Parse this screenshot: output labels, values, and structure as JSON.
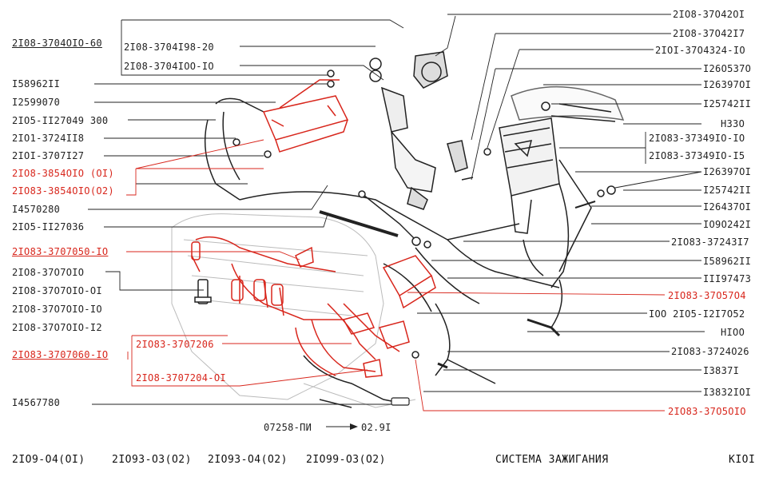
{
  "colors": {
    "ink": "#222222",
    "highlight": "#d8261c"
  },
  "labels_left": {
    "l1": "2I08-3704OIO-60",
    "l2": "2I08-3704I98-20",
    "l3": "2I08-3704IOO-IO",
    "l4": "I58962II",
    "l5": "I2599070",
    "l6": "2IO5-II27049 300",
    "l7": "2IO1-3724II8",
    "l8": "2IOI-3707I27",
    "l9": "2IO8-3854OIO (OI)",
    "l10": "2IO83-3854OIO(O2)",
    "l11": "I4570280",
    "l12": "2IO5-II27036",
    "l13": "2IO83-3707050-IO",
    "l14": "2IO8-37O7OIO",
    "l15": "2IO8-37O7OIO-OI",
    "l16": "2IO8-37O7OIO-IO",
    "l17": "2IO8-37O7OIO-I2",
    "l18": "2IO83-3707060-IO",
    "l19": "2IO83-3707206",
    "l20": "2IO8-3707204-OI",
    "l21": "I4567780"
  },
  "labels_right": {
    "r1": "2IO8-37O42OI",
    "r2": "2IO8-37O42I7",
    "r3": "2IOI-37O4324-IO",
    "r4": "I26O537O",
    "r5": "I26397OI",
    "r6": "I25742II",
    "r7": "H33O",
    "r8": "2IO83-37349IO-IO",
    "r9": "2IO83-37349IO-I5",
    "r10": "I26397OI",
    "r11": "I25742II",
    "r12": "I26437OI",
    "r13": "IO9O242I",
    "r14": "2IO83-37243I7",
    "r15": "I58962II",
    "r16": "III97473",
    "r17": "2IO83-37O57O4",
    "r18": "IOO 2IO5-I2I7O52",
    "r19": "HIOO",
    "r20": "2IO83-3724O26",
    "r21": "I3837I",
    "r22": "I3832IOI",
    "r23": "2IO83-37O5OIO"
  },
  "revision": {
    "code": "07258-ПИ",
    "date": "02.9I"
  },
  "footer": {
    "models": [
      "2IO9-O4(OI)",
      "2IO93-O3(O2)",
      "2IO93-O4(O2)",
      "2IO99-O3(O2)"
    ],
    "title": "СИСТЕМА ЗАЖИГАНИЯ",
    "code": "KIOI"
  }
}
